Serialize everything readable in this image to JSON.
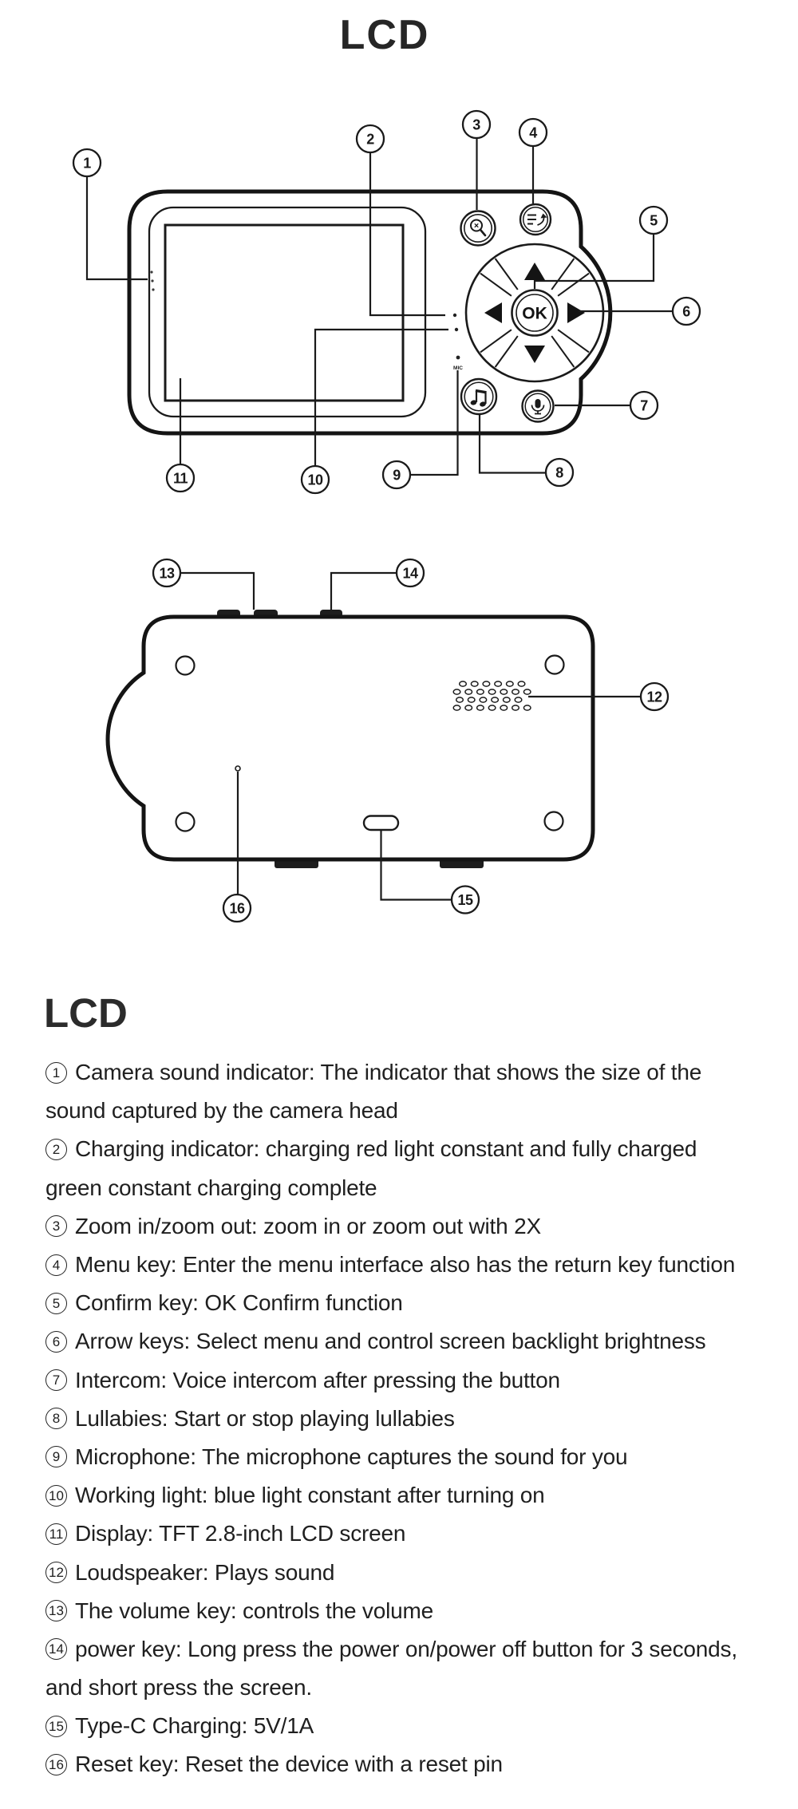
{
  "page": {
    "title": "LCD",
    "section_heading": "LCD"
  },
  "front_view": {
    "ok_label": "OK",
    "mic_label": "MIC",
    "callouts": {
      "c1": "1",
      "c2": "2",
      "c3": "3",
      "c4": "4",
      "c5": "5",
      "c6": "6",
      "c7": "7",
      "c8": "8",
      "c9": "9",
      "c10": "10",
      "c11": "11"
    }
  },
  "back_view": {
    "callouts": {
      "c12": "12",
      "c13": "13",
      "c14": "14",
      "c15": "15",
      "c16": "16"
    }
  },
  "legend": {
    "items": [
      {
        "num": "1",
        "lines": [
          "Camera sound indicator: The indicator that shows the size of the",
          "sound captured by the camera head"
        ]
      },
      {
        "num": "2",
        "lines": [
          "Charging indicator: charging red light constant and fully charged",
          "green constant charging complete"
        ]
      },
      {
        "num": "3",
        "lines": [
          "Zoom in/zoom out: zoom in or zoom out with 2X"
        ]
      },
      {
        "num": "4",
        "lines": [
          "Menu key: Enter the menu interface also has the return key function"
        ]
      },
      {
        "num": "5",
        "lines": [
          "Confirm key: OK Confirm function"
        ]
      },
      {
        "num": "6",
        "lines": [
          "Arrow keys: Select menu and control screen backlight brightness"
        ]
      },
      {
        "num": "7",
        "lines": [
          "Intercom: Voice intercom after pressing the button"
        ]
      },
      {
        "num": "8",
        "lines": [
          "Lullabies: Start or stop playing lullabies"
        ]
      },
      {
        "num": "9",
        "lines": [
          "Microphone: The microphone captures the sound for you"
        ]
      },
      {
        "num": "10",
        "lines": [
          "Working light: blue light constant after turning on"
        ]
      },
      {
        "num": "11",
        "lines": [
          "Display: TFT 2.8-inch LCD screen"
        ]
      },
      {
        "num": "12",
        "lines": [
          "Loudspeaker: Plays sound"
        ]
      },
      {
        "num": "13",
        "lines": [
          "The volume key: controls the volume"
        ]
      },
      {
        "num": "14",
        "lines": [
          "power key: Long press the power on/power off button for 3 seconds,",
          "and short press the screen."
        ]
      },
      {
        "num": "15",
        "lines": [
          "Type-C Charging: 5V/1A"
        ]
      },
      {
        "num": "16",
        "lines": [
          "Reset key: Reset the device with a reset pin"
        ]
      }
    ]
  }
}
